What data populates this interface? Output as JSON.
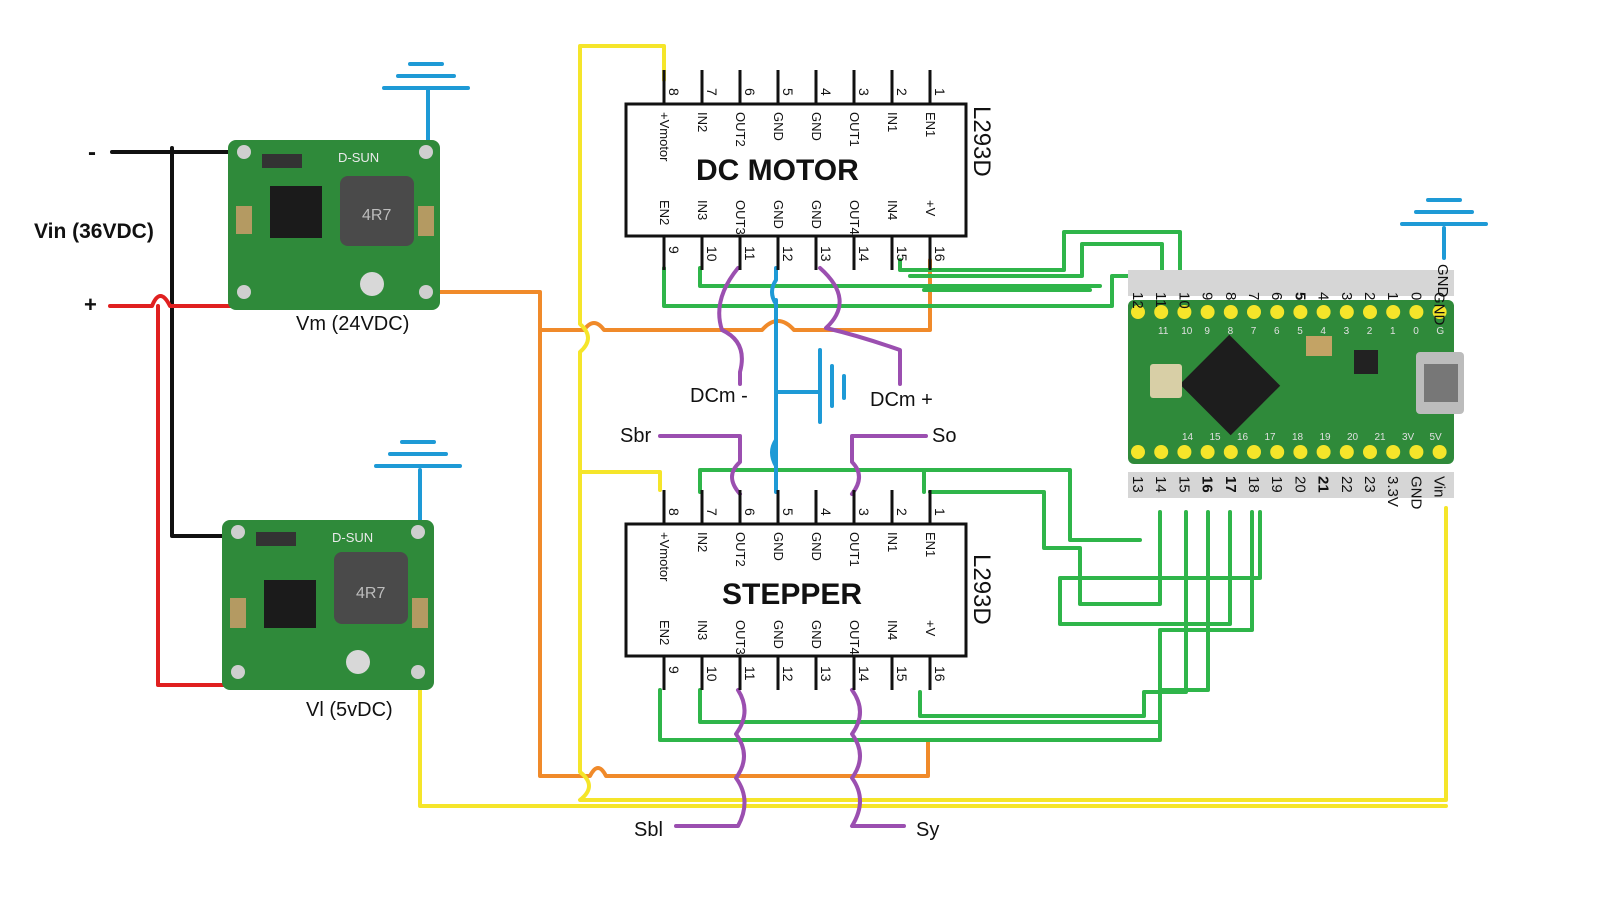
{
  "power": {
    "minus": "-",
    "plus": "+",
    "vin": "Vin (36VDC)"
  },
  "regulators": {
    "vm": {
      "label": "Vm (24VDC)",
      "silk": "D-SUN",
      "inductor": "4R7"
    },
    "vl": {
      "label": "Vl (5vDC)",
      "silk": "D-SUN",
      "inductor": "4R7"
    }
  },
  "chips": {
    "dc": {
      "title": "DC MOTOR",
      "part": "L293D",
      "top_nums": [
        "8",
        "7",
        "6",
        "5",
        "4",
        "3",
        "2",
        "1"
      ],
      "top_names": [
        "+Vmotor",
        "IN2",
        "OUT2",
        "GND",
        "GND",
        "OUT1",
        "IN1",
        "EN1"
      ],
      "bottom_names": [
        "EN2",
        "IN3",
        "OUT3",
        "GND",
        "GND",
        "OUT4",
        "IN4",
        "+V"
      ],
      "bottom_nums": [
        "9",
        "10",
        "11",
        "12",
        "13",
        "14",
        "15",
        "16"
      ]
    },
    "stepper": {
      "title": "STEPPER",
      "part": "L293D",
      "top_nums": [
        "8",
        "7",
        "6",
        "5",
        "4",
        "3",
        "2",
        "1"
      ],
      "top_names": [
        "+Vmotor",
        "IN2",
        "OUT2",
        "GND",
        "GND",
        "OUT1",
        "IN1",
        "EN1"
      ],
      "bottom_names": [
        "EN2",
        "IN3",
        "OUT3",
        "GND",
        "GND",
        "OUT4",
        "IN4",
        "+V"
      ],
      "bottom_nums": [
        "9",
        "10",
        "11",
        "12",
        "13",
        "14",
        "15",
        "16"
      ]
    }
  },
  "motor_labels": {
    "dcm_minus": "DCm -",
    "dcm_plus": "DCm +",
    "sbr": "Sbr",
    "so": "So",
    "sbl": "Sbl",
    "sy": "Sy"
  },
  "teensy": {
    "ground_label": "GND",
    "top_pins": [
      "12",
      "11",
      "10",
      "9",
      "8",
      "7",
      "6",
      "5",
      "4",
      "3",
      "2",
      "1",
      "0",
      "GND"
    ],
    "bottom_pins": [
      "13",
      "14",
      "15",
      "16",
      "17",
      "18",
      "19",
      "20",
      "21",
      "22",
      "23",
      "3.3V",
      "GND",
      "Vin"
    ],
    "board_top": [
      "11",
      "10",
      "9",
      "8",
      "7",
      "6",
      "5",
      "4",
      "3",
      "2",
      "1",
      "0",
      "G"
    ],
    "board_bottom": [
      "14",
      "15",
      "16",
      "17",
      "18",
      "19",
      "20",
      "21",
      "3V",
      "5V"
    ]
  },
  "colors": {
    "ground": "#1e9ad6",
    "negative": "#111111",
    "positive": "#e02020",
    "motor_supply": "#f08a2a",
    "logic_supply": "#f5e52a",
    "signal": "#2fb54a",
    "motor_coil": "#9b4fb0",
    "board": "#2f8a3a"
  }
}
